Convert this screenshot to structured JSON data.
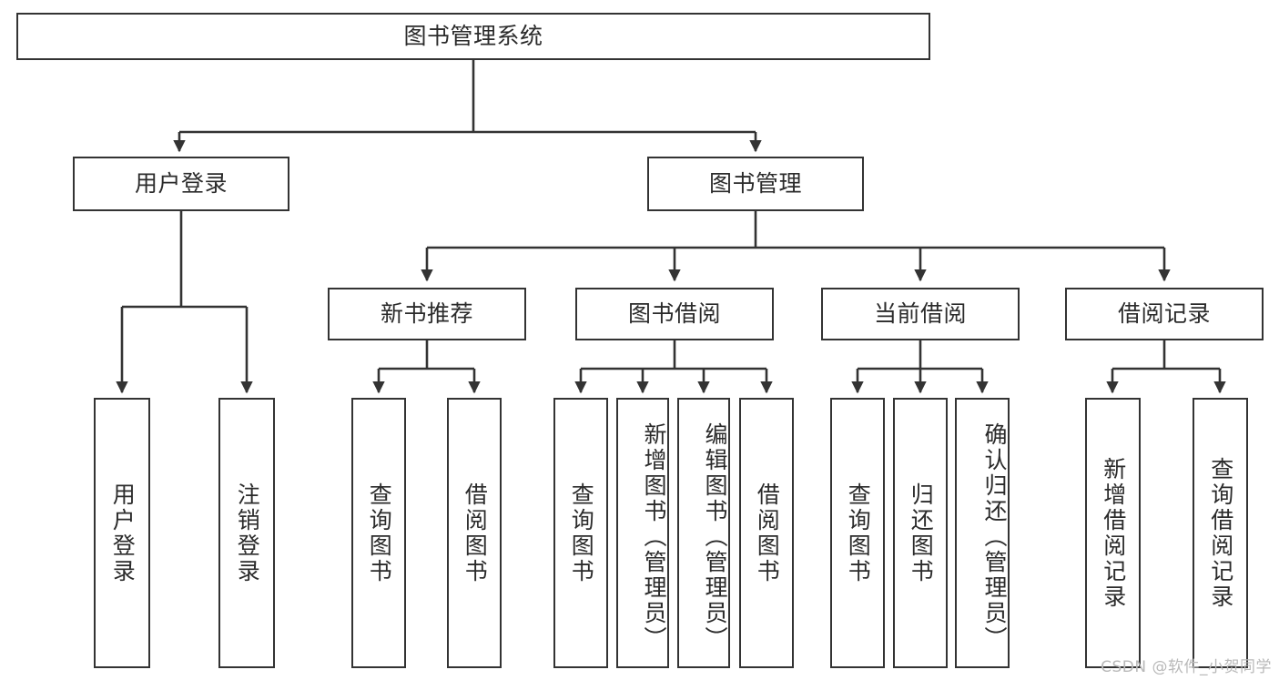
{
  "diagram": {
    "type": "tree-hierarchy-chart",
    "title": "图书管理系统",
    "watermark": "CSDN @软件_小贺同学",
    "stroke_color": "#333333",
    "fill_color": "#ffffff",
    "text_color": "#2b2b2b"
  },
  "nodes": {
    "root": {
      "label": "图书管理系统"
    },
    "level2": [
      {
        "label": "用户登录"
      },
      {
        "label": "图书管理"
      }
    ],
    "level3": [
      {
        "label": "新书推荐"
      },
      {
        "label": "图书借阅"
      },
      {
        "label": "当前借阅"
      },
      {
        "label": "借阅记录"
      }
    ],
    "leaves_user_login": [
      {
        "label": "用户登录"
      },
      {
        "label": "注销登录"
      }
    ],
    "leaves_new_book": [
      {
        "label": "查询图书"
      },
      {
        "label": "借阅图书"
      }
    ],
    "leaves_borrow": [
      {
        "label": "查询图书"
      },
      {
        "label": "新增图书（管理员）"
      },
      {
        "label": "编辑图书（管理员）"
      },
      {
        "label": "借阅图书"
      }
    ],
    "leaves_current": [
      {
        "label": "查询图书"
      },
      {
        "label": "归还图书"
      },
      {
        "label": "确认归还（管理员）"
      }
    ],
    "leaves_record": [
      {
        "label": "新增借阅记录"
      },
      {
        "label": "查询借阅记录"
      }
    ]
  }
}
